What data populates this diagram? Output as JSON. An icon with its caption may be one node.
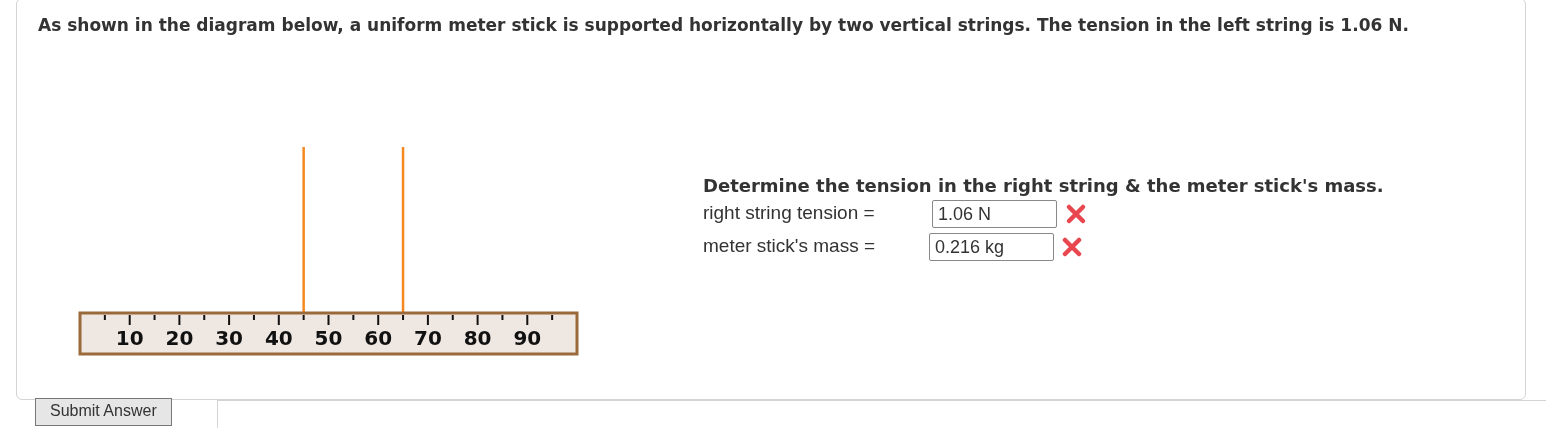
{
  "diagram": {
    "title": "As shown in the diagram below, a uniform meter stick is supported horizontally by two vertical strings. The tension in the left string is 1.06 N.",
    "labels": [
      "Determine the tension in the right string & the meter stick's mass.",
      "right string tension =",
      "1.06 N",
      "meter stick's mass =",
      "0.216 kg",
      "10",
      "20",
      "30",
      "40",
      "50",
      "60",
      "70",
      "80",
      "90",
      "Submit Answer"
    ]
  }
}
